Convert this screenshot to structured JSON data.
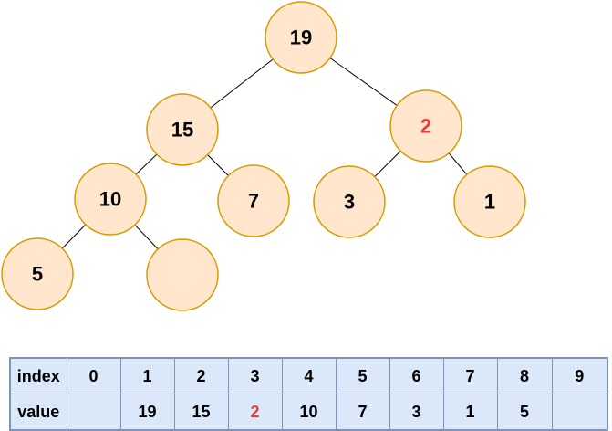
{
  "tree": {
    "nodes": [
      {
        "value": "19"
      },
      {
        "value": "15"
      },
      {
        "value": "2"
      },
      {
        "value": "10"
      },
      {
        "value": "7"
      },
      {
        "value": "3"
      },
      {
        "value": "1"
      },
      {
        "value": "5"
      },
      {
        "value": ""
      }
    ],
    "highlighted_node_value": "2"
  },
  "table": {
    "index_row": {
      "label": "index",
      "cells": [
        "0",
        "1",
        "2",
        "3",
        "4",
        "5",
        "6",
        "7",
        "8",
        "9"
      ]
    },
    "value_row": {
      "label": "value",
      "cells": [
        "",
        "19",
        "15",
        "2",
        "10",
        "7",
        "3",
        "1",
        "5",
        ""
      ]
    },
    "highlighted_cell_value": "2"
  },
  "colors": {
    "node_fill": "#ffe6cc",
    "node_border": "#d79b00",
    "edge": "#000000",
    "node_text": "#000000",
    "highlight_text": "#ee3b35",
    "table_fill": "#dbe8fa",
    "table_border": "#7d95b8",
    "background": "#ffffff"
  }
}
